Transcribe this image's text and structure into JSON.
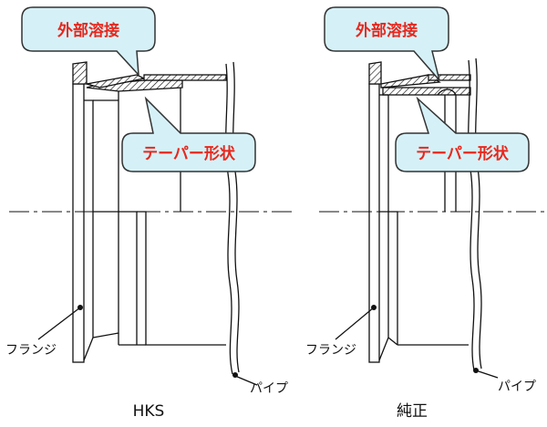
{
  "panels": [
    {
      "caption": "HKS",
      "callout_top": "外部溶接",
      "callout_bottom": "テーパー形状",
      "label_flange": "フランジ",
      "label_pipe": "パイプ"
    },
    {
      "caption": "純正",
      "callout_top": "外部溶接",
      "callout_bottom": "テーパー形状",
      "label_flange": "フランジ",
      "label_pipe": "パイプ"
    }
  ],
  "colors": {
    "callout_fill": "#d5f1f7",
    "callout_stroke": "#333333",
    "callout_text": "#e8271d",
    "line": "#111111"
  }
}
